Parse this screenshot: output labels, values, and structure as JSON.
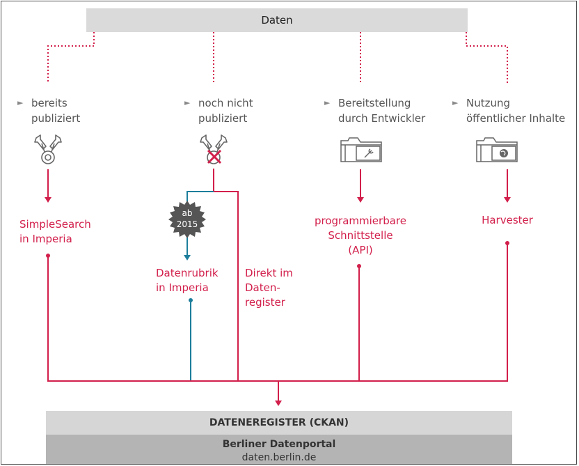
{
  "top": {
    "label": "Daten"
  },
  "categories": [
    {
      "line1": "bereits",
      "line2": "publiziert"
    },
    {
      "line1": "noch nicht",
      "line2": "publiziert"
    },
    {
      "line1": "Bereitstellung",
      "line2": "durch Entwickler"
    },
    {
      "line1": "Nutzung",
      "line2": "öffentlicher Inhalte"
    }
  ],
  "labels": {
    "simplesearch": [
      "SimpleSearch",
      "in Imperia"
    ],
    "datenrubrik": [
      "Datenrubrik",
      "in Imperia"
    ],
    "direkt": [
      "Direkt im",
      "Daten-",
      "register"
    ],
    "api": [
      "programmierbare",
      "Schnittstelle",
      "(API)"
    ],
    "harvester": [
      "Harvester"
    ]
  },
  "badge": {
    "line1": "ab",
    "line2": "2015"
  },
  "registry": {
    "label": "DATENEREGISTER (CKAN)"
  },
  "portal": {
    "title": "Berliner Datenportal",
    "url": "daten.berlin.de"
  },
  "colors": {
    "accent_red": "#d21f4b",
    "accent_blue": "#1d7e9c",
    "bar_light": "#d6d6d6",
    "bar_dark": "#b4b4b4",
    "badge": "#555555"
  },
  "icons": [
    "award-icon",
    "award-crossed-icon",
    "folder-wrench-icon",
    "folder-globe-icon"
  ]
}
